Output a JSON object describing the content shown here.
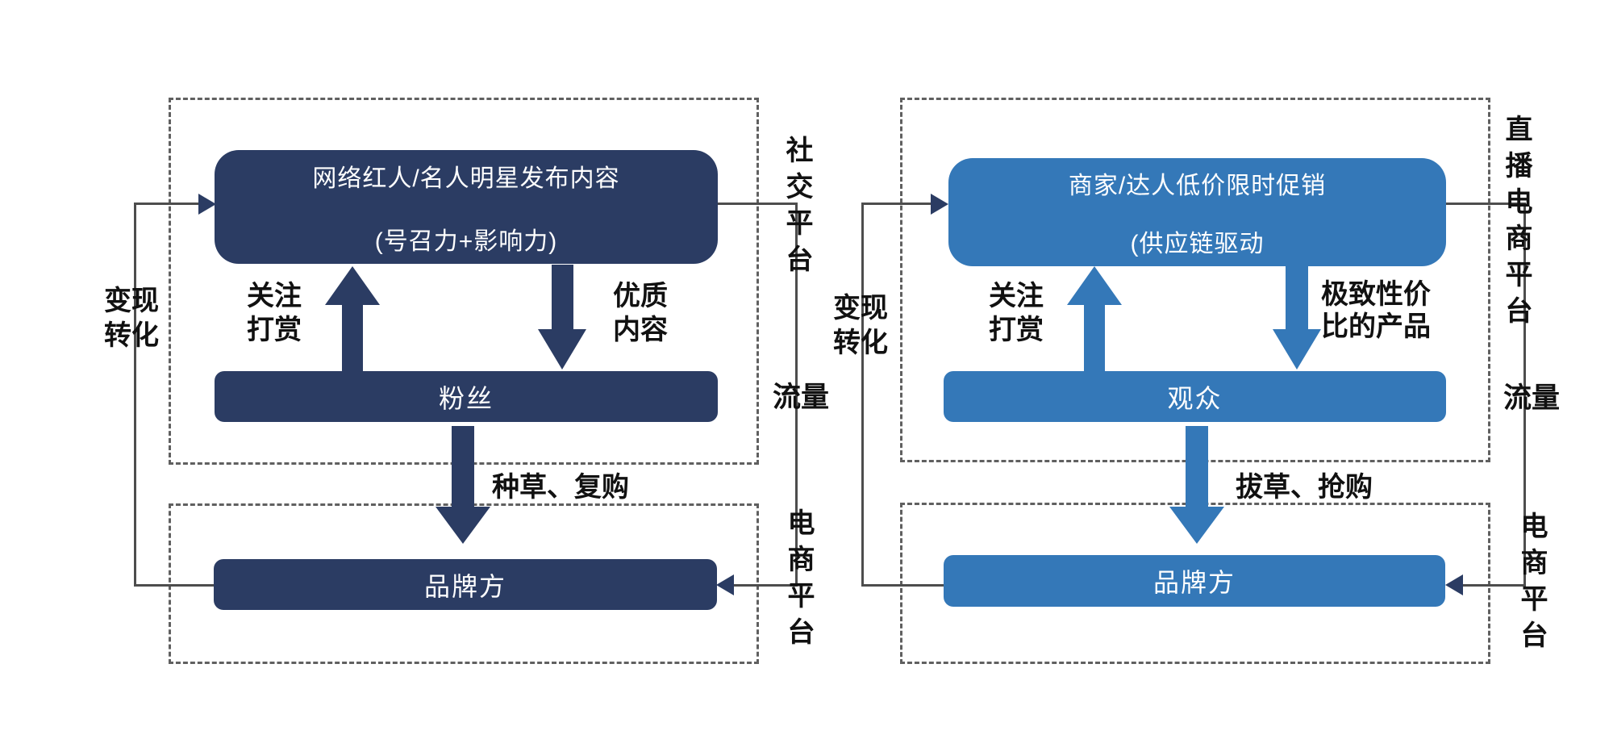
{
  "colors": {
    "navy": "#2b3c63",
    "blue": "#3478b8",
    "line": "#4d4d4d",
    "dash": "#606060",
    "ink": "#111111",
    "boxtext": "#ffffff",
    "bg": "#ffffff"
  },
  "left": {
    "top_box_line1": "网络红人/名人明星发布内容",
    "top_box_line2": "(号召力+影响力)",
    "mid_box": "粉丝",
    "bottom_box": "品牌方",
    "follow_reward_label": "关注\n打赏",
    "quality_content_label": "优质\n内容",
    "seed_repurchase_label": "种草、复购",
    "monetize_label": "变现\n转化",
    "platform_label": "社交平台",
    "traffic_label": "流量",
    "ecommerce_label": "电商平台"
  },
  "right": {
    "top_box_line1": "商家/达人低价限时促销",
    "top_box_line2": "(供应链驱动",
    "mid_box": "观众",
    "bottom_box": "品牌方",
    "follow_reward_label": "关注\n打赏",
    "value_product_label": "极致性价\n比的产品",
    "pull_rush_label": "拔草、抢购",
    "monetize_label": "变现\n转化",
    "platform_label": "直播电商平台",
    "traffic_label": "流量",
    "ecommerce_label": "电商平台"
  }
}
